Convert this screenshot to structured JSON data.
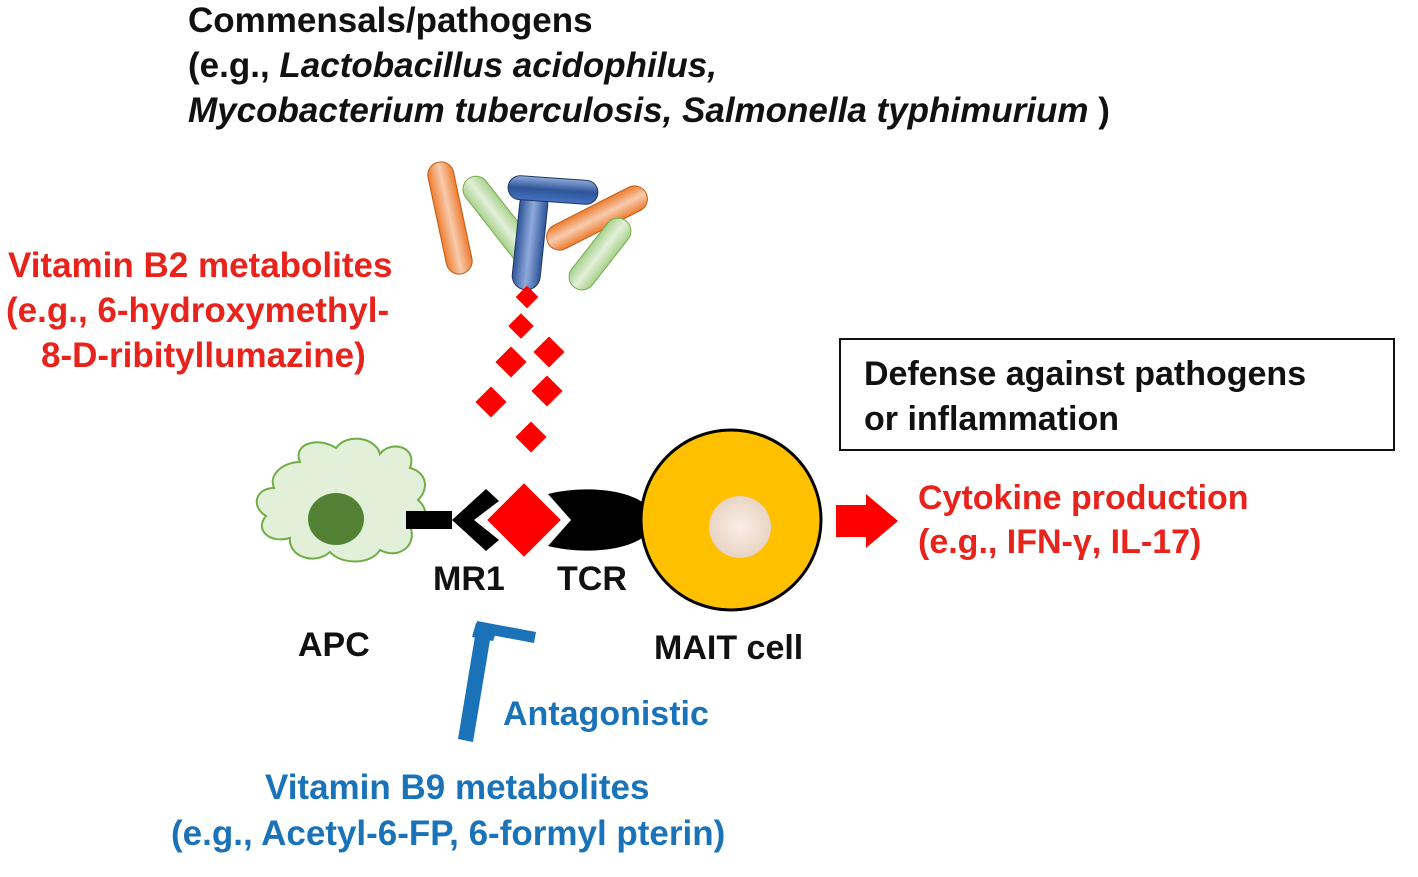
{
  "header": {
    "line1": "Commensals/pathogens",
    "line2_prefix": "(e.g., ",
    "line2_italic": "Lactobacillus  acidophilus,",
    "line3_italic": "Mycobacterium  tuberculosis,  Salmonella  typhimurium",
    "line3_suffix": " )"
  },
  "vitamin_b2": {
    "line1": "Vitamin B2 metabolites",
    "line2": "(e.g.,  6-hydroxymethyl-",
    "line3": "8-D-ribityllumazine)"
  },
  "defense_box": {
    "line1": "Defense against pathogens",
    "line2": "or inflammation"
  },
  "cytokine": {
    "line1": "Cytokine production",
    "line2": "(e.g.,  IFN-γ,  IL-17)"
  },
  "labels": {
    "mr1": "MR1",
    "tcr": "TCR",
    "apc": "APC",
    "mait": "MAIT cell",
    "antagonistic": "Antagonistic"
  },
  "vitamin_b9": {
    "line1": "Vitamin B9 metabolites",
    "line2": "(e.g.,  Acetyl-6-FP,  6-formyl  pterin)"
  },
  "colors": {
    "red": "#e8231b",
    "blue": "#1a73b8",
    "mait_yellow": "#f5b800",
    "apc_green": "#e2f0d9",
    "nucleus_green": "#548235"
  }
}
